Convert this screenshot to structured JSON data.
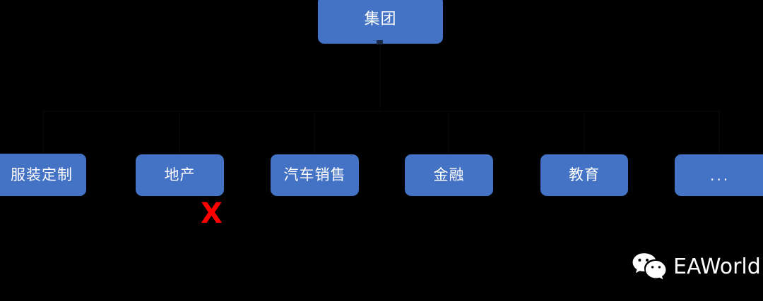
{
  "diagram": {
    "type": "org-chart",
    "background_color": "#000000",
    "node_color": "#4472c4",
    "node_text_color": "#ffffff",
    "annotation_color": "#fe0000",
    "root": {
      "label": "集团"
    },
    "children": [
      {
        "label": "服装定制"
      },
      {
        "label": "地产"
      },
      {
        "label": "汽车销售"
      },
      {
        "label": "金融"
      },
      {
        "label": "教育"
      },
      {
        "label": "..."
      }
    ],
    "annotations": [
      {
        "symbol": "X",
        "target": "地产",
        "color": "#fe0000"
      }
    ]
  },
  "watermark": {
    "icon": "wechat-icon",
    "text": "EAWorld"
  }
}
